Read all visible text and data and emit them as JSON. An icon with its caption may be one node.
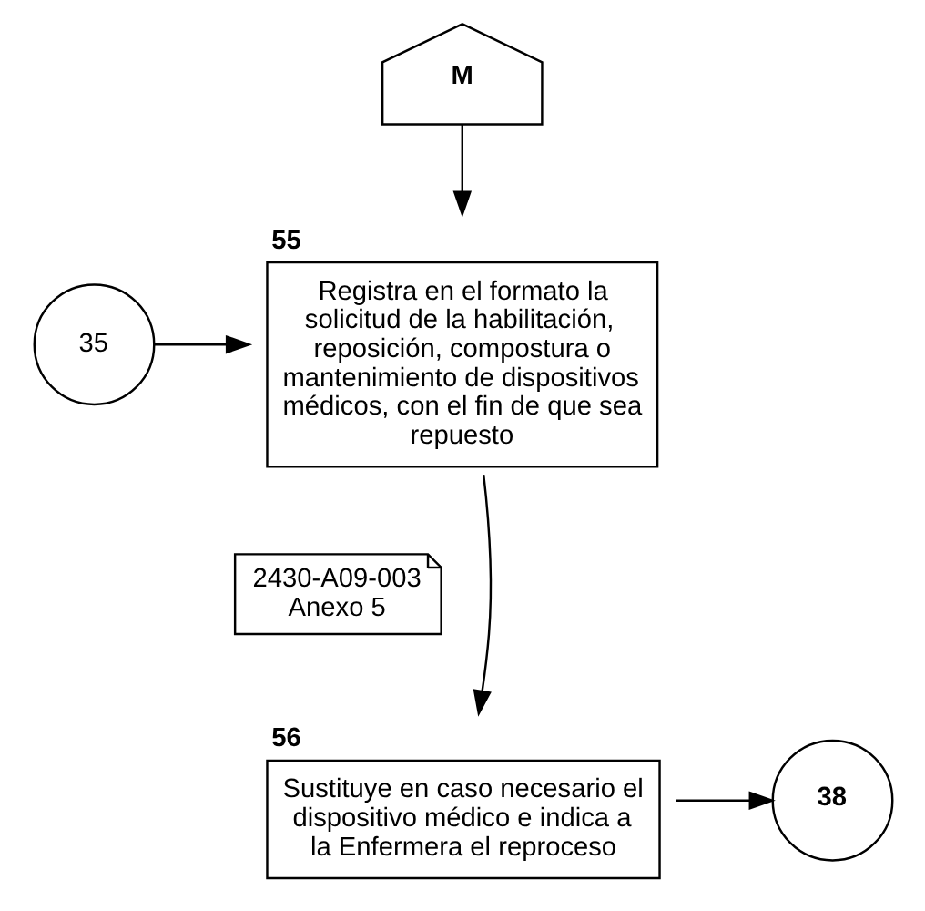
{
  "diagram": {
    "nodes": [
      {
        "text": [
          "M"
        ]
      },
      {
        "text": [
          "55",
          "Registra en el formato la solicitud de la habilitación, reposición, compostura o mantenimiento de dispositivos médicos, con el fin de que sea repuesto"
        ]
      },
      {
        "text": [
          "35"
        ]
      },
      {
        "text": [
          "2430-A09-003 Anexo 5"
        ]
      },
      {
        "text": [
          "56",
          "Sustituye en caso necesario el dispositivo médico e indica a la Enfermera el reproceso"
        ]
      },
      {
        "text": [
          "38"
        ]
      }
    ],
    "edges": [
      {
        "from": 0,
        "to": 1,
        "arrow": "to"
      },
      {
        "from": 2,
        "to": 1,
        "arrow": "to"
      },
      {
        "from": 1,
        "to": 4,
        "arrow": "to"
      },
      {
        "from": 4,
        "to": 5,
        "arrow": "to"
      }
    ]
  }
}
